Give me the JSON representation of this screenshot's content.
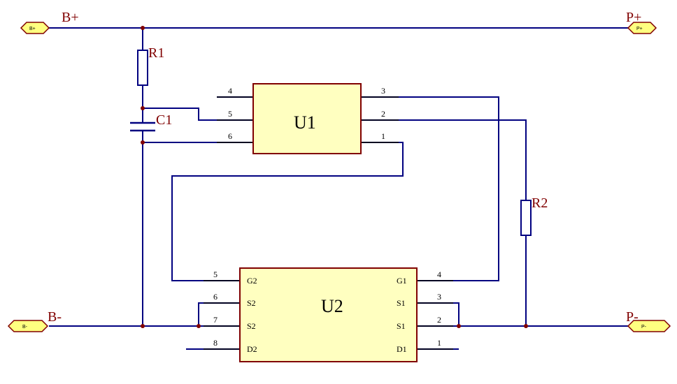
{
  "schematic": {
    "ports": {
      "b_plus": "B+",
      "p_plus": "P+",
      "b_minus": "B-",
      "p_minus": "P-"
    },
    "net_labels": {
      "b_plus": "B+",
      "p_plus": "P+",
      "b_minus": "B-",
      "p_minus": "P-"
    },
    "components": {
      "r1": "R1",
      "r2": "R2",
      "c1": "C1",
      "u1": {
        "name": "U1",
        "pins": [
          "4",
          "5",
          "6",
          "3",
          "2",
          "1"
        ]
      },
      "u2": {
        "name": "U2",
        "left_pins": [
          "5",
          "6",
          "7",
          "8"
        ],
        "left_names": [
          "G2",
          "S2",
          "S2",
          "D2"
        ],
        "right_pins": [
          "4",
          "3",
          "2",
          "1"
        ],
        "right_names": [
          "G1",
          "S1",
          "S1",
          "D1"
        ]
      }
    },
    "colors": {
      "wire": "#000080",
      "chip_fill": "#ffffc0",
      "chip_border": "#800000",
      "junction": "#800000",
      "port_fill": "#ffff80"
    }
  }
}
